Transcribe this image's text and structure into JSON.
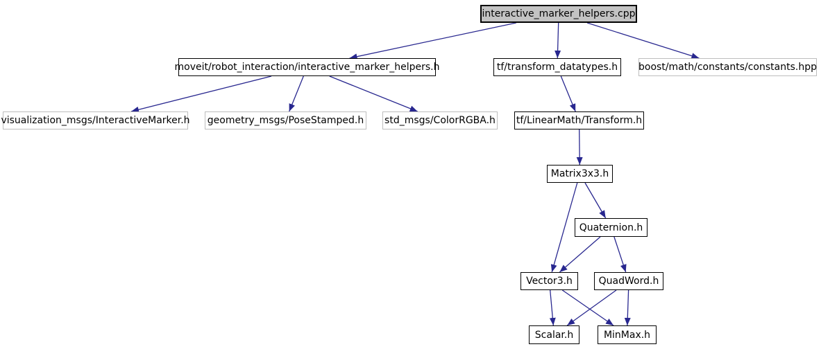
{
  "diagram": {
    "kind": "include-dependency-graph",
    "colors": {
      "background": "#ffffff",
      "text": "#000000",
      "edge": "#28278f",
      "node_border": "#000000",
      "leaf_border": "#bdbdbd",
      "current_fill": "#c3c3c3"
    },
    "nodes": [
      {
        "id": "cpp",
        "label": "interactive_marker_helpers.cpp",
        "type": "current"
      },
      {
        "id": "moveit_header",
        "label": "moveit/robot_interaction/interactive_marker_helpers.h",
        "type": "linked"
      },
      {
        "id": "tf_transform_datatypes",
        "label": "tf/transform_datatypes.h",
        "type": "linked"
      },
      {
        "id": "boost_constants",
        "label": "boost/math/constants/constants.hpp",
        "type": "leaf"
      },
      {
        "id": "viz_interactive_marker",
        "label": "visualization_msgs/InteractiveMarker.h",
        "type": "leaf"
      },
      {
        "id": "geometry_pose_stamped",
        "label": "geometry_msgs/PoseStamped.h",
        "type": "leaf"
      },
      {
        "id": "std_color_rgba",
        "label": "std_msgs/ColorRGBA.h",
        "type": "leaf"
      },
      {
        "id": "tf_linearmath_transform",
        "label": "tf/LinearMath/Transform.h",
        "type": "linked"
      },
      {
        "id": "matrix3x3",
        "label": "Matrix3x3.h",
        "type": "linked"
      },
      {
        "id": "quaternion",
        "label": "Quaternion.h",
        "type": "linked"
      },
      {
        "id": "vector3",
        "label": "Vector3.h",
        "type": "linked"
      },
      {
        "id": "quadword",
        "label": "QuadWord.h",
        "type": "linked"
      },
      {
        "id": "scalar",
        "label": "Scalar.h",
        "type": "linked"
      },
      {
        "id": "minmax",
        "label": "MinMax.h",
        "type": "linked"
      }
    ],
    "edges": [
      {
        "from": "cpp",
        "to": "moveit_header"
      },
      {
        "from": "cpp",
        "to": "tf_transform_datatypes"
      },
      {
        "from": "cpp",
        "to": "boost_constants"
      },
      {
        "from": "moveit_header",
        "to": "viz_interactive_marker"
      },
      {
        "from": "moveit_header",
        "to": "geometry_pose_stamped"
      },
      {
        "from": "moveit_header",
        "to": "std_color_rgba"
      },
      {
        "from": "tf_transform_datatypes",
        "to": "tf_linearmath_transform"
      },
      {
        "from": "tf_linearmath_transform",
        "to": "matrix3x3"
      },
      {
        "from": "matrix3x3",
        "to": "vector3"
      },
      {
        "from": "matrix3x3",
        "to": "quaternion"
      },
      {
        "from": "quaternion",
        "to": "vector3"
      },
      {
        "from": "quaternion",
        "to": "quadword"
      },
      {
        "from": "vector3",
        "to": "scalar"
      },
      {
        "from": "vector3",
        "to": "minmax"
      },
      {
        "from": "quadword",
        "to": "scalar"
      },
      {
        "from": "quadword",
        "to": "minmax"
      }
    ]
  }
}
